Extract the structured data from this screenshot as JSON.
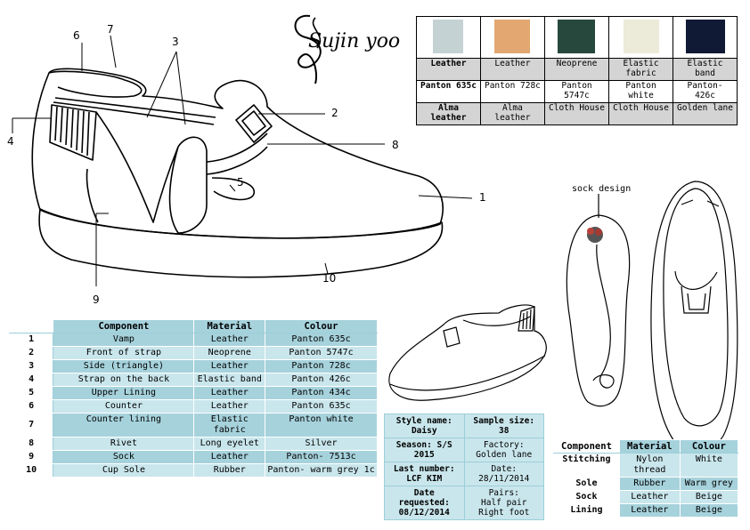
{
  "brand": {
    "name": "Sujin yoo"
  },
  "swatches": {
    "colors": [
      "#c4d2d4",
      "#e3a872",
      "#27483c",
      "#ecead8",
      "#111a35"
    ],
    "row1": [
      "Leather",
      "Leather",
      "Neoprene",
      "Elastic fabric",
      "Elastic band"
    ],
    "row2": [
      "Panton 635c",
      "Panton 728c",
      "Panton 5747c",
      "Panton white",
      "Panton- 426c"
    ],
    "row3": [
      "Alma leather",
      "Alma leather",
      "Cloth House",
      "Cloth House",
      "Golden lane"
    ]
  },
  "callouts": [
    "1",
    "2",
    "3",
    "4",
    "5",
    "6",
    "7",
    "8",
    "9",
    "10"
  ],
  "sock_label": "sock design",
  "components": {
    "headers": [
      "Component",
      "Material",
      "Colour"
    ],
    "rows": [
      {
        "n": "1",
        "component": "Vamp",
        "material": "Leather",
        "colour": "Panton 635c"
      },
      {
        "n": "2",
        "component": "Front of strap",
        "material": "Neoprene",
        "colour": "Panton 5747c"
      },
      {
        "n": "3",
        "component": "Side (triangle)",
        "material": "Leather",
        "colour": "Panton 728c"
      },
      {
        "n": "4",
        "component": "Strap on the back",
        "material": "Elastic band",
        "colour": "Panton 426c"
      },
      {
        "n": "5",
        "component": "Upper Lining",
        "material": "Leather",
        "colour": "Panton 434c"
      },
      {
        "n": "6",
        "component": "Counter",
        "material": "Leather",
        "colour": "Panton 635c"
      },
      {
        "n": "7",
        "component": "Counter lining",
        "material": "Elastic fabric",
        "colour": "Panton white"
      },
      {
        "n": "8",
        "component": "Rivet",
        "material": "Long eyelet",
        "colour": "Silver"
      },
      {
        "n": "9",
        "component": "Sock",
        "material": "Leather",
        "colour": "Panton- 7513c"
      },
      {
        "n": "10",
        "component": "Cup Sole",
        "material": "Rubber",
        "colour": "Panton- warm grey 1c"
      }
    ]
  },
  "info": {
    "style_label": "Style name:",
    "style_value": "Daisy",
    "size_label": "Sample size:",
    "size_value": "38",
    "season_label": "Season: S/S",
    "season_value": "2015",
    "factory_label": "Factory:",
    "factory_value": "Golden lane",
    "last_label": "Last number:",
    "last_value": "LCF KIM",
    "date_label": "Date:",
    "date_value": "28/11/2014",
    "requested_label": "Date requested:",
    "requested_value": "08/12/2014",
    "pairs_label": "Pairs:",
    "pairs_value": "Half pair Right foot"
  },
  "extra": {
    "headers": [
      "Component",
      "Material",
      "Colour"
    ],
    "rows": [
      {
        "component": "Stitching",
        "material": "Nylon thread",
        "colour": "White"
      },
      {
        "component": "Sole",
        "material": "Rubber",
        "colour": "Warm grey"
      },
      {
        "component": "Sock",
        "material": "Leather",
        "colour": "Beige"
      },
      {
        "component": "Lining",
        "material": "Leather",
        "colour": "Beige"
      }
    ]
  }
}
